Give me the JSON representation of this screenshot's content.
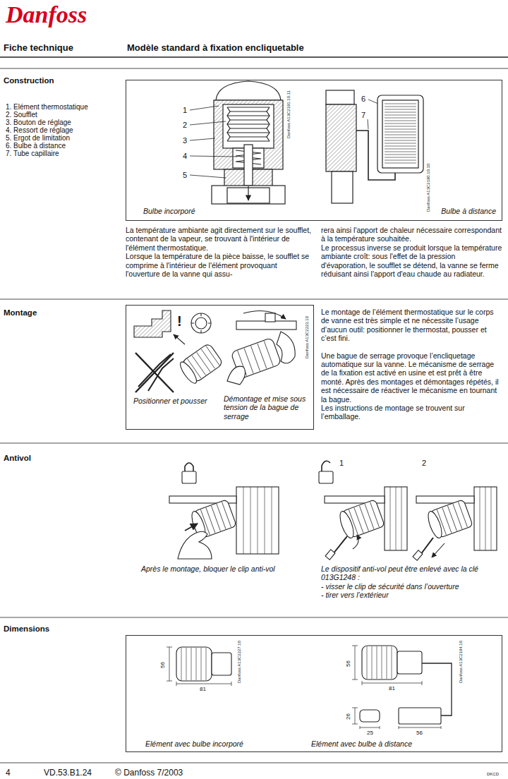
{
  "diagram": {
    "title": "Modèle standard à fixation encliquetable",
    "nodes": [
      {
        "text": [
          "Bulbe incorporé",
          "Bulbe à distance"
        ]
      },
      {
        "text": [
          "Positionner et pousser",
          "Démontage et mise sous tension de la bague de serrage"
        ]
      },
      {
        "text": [
          "Elément avec bulbe incorporé",
          "Elément avec bulbe à distance"
        ]
      }
    ],
    "labels": [
      "Danfoss",
      "Fiche technique",
      "Construction",
      "1. Elément thermostatique",
      "2. Soufflet",
      "3. Bouton de réglage",
      "4. Ressort de réglage",
      "5. Ergot de limitation",
      "6. Bulbe à distance",
      "7. Tube capillaire",
      "1",
      "2",
      "3",
      "4",
      "5",
      "6",
      "7",
      "Danfoss A13C2191.10.11",
      "Danfoss A13C2190.10.10",
      "La température ambiante agit directement sur le soufflet, contenant de la vapeur, se trouvant à l'intérieur de l'élément thermostatique.",
      "Lorsque la température de la pièce baisse, le soufflet se comprime à l'intérieur de l'élément provoquant l'ouverture de la vanne qui assu-",
      "rera ainsi l'apport de chaleur nécessaire correspondant à la température souhaitée.",
      "Le processus inverse se produit lorsque la température ambiante croît: sous l'effet de la pression d'évaporation, le soufflet se détend, la vanne se ferme réduisant ainsi l'apport d'eau chaude au radiateur.",
      "Montage",
      "!",
      "Danfoss A13C2223.10",
      "Le montage de l’élément thermostatique sur le corps de vanne est très simple et ne nécessite l’usage d’aucun outil: positionner le thermostat, pousser et c’est fini.",
      "Une bague de serrage provoque l’encliquetage automatique sur la vanne. Le mécanisme de serrage de la fixation est activé en usine et est prêt à être monté. Après des montages et démontages répétés, il est nécessaire de réactiver le mécanisme en tournant la bague.",
      "Les instructions de montage se trouvent sur l’emballage.",
      "Antivol",
      "1",
      "2",
      "Après le montage, bloquer le clip anti-vol",
      "Le dispositif anti-vol peut être enlevé avec la clé 013G1248 :",
      "- visser le clip de sécurité dans l’ouverture",
      "- tirer vers l’extérieur",
      "Dimensions",
      "56",
      "81",
      "Danfoss A13C2227.10",
      "56",
      "81",
      "26",
      "25",
      "56",
      "Danfoss A13C2194.10",
      "4",
      "VD.53.B1.24",
      "© Danfoss 7/2003",
      "DKCD"
    ]
  }
}
